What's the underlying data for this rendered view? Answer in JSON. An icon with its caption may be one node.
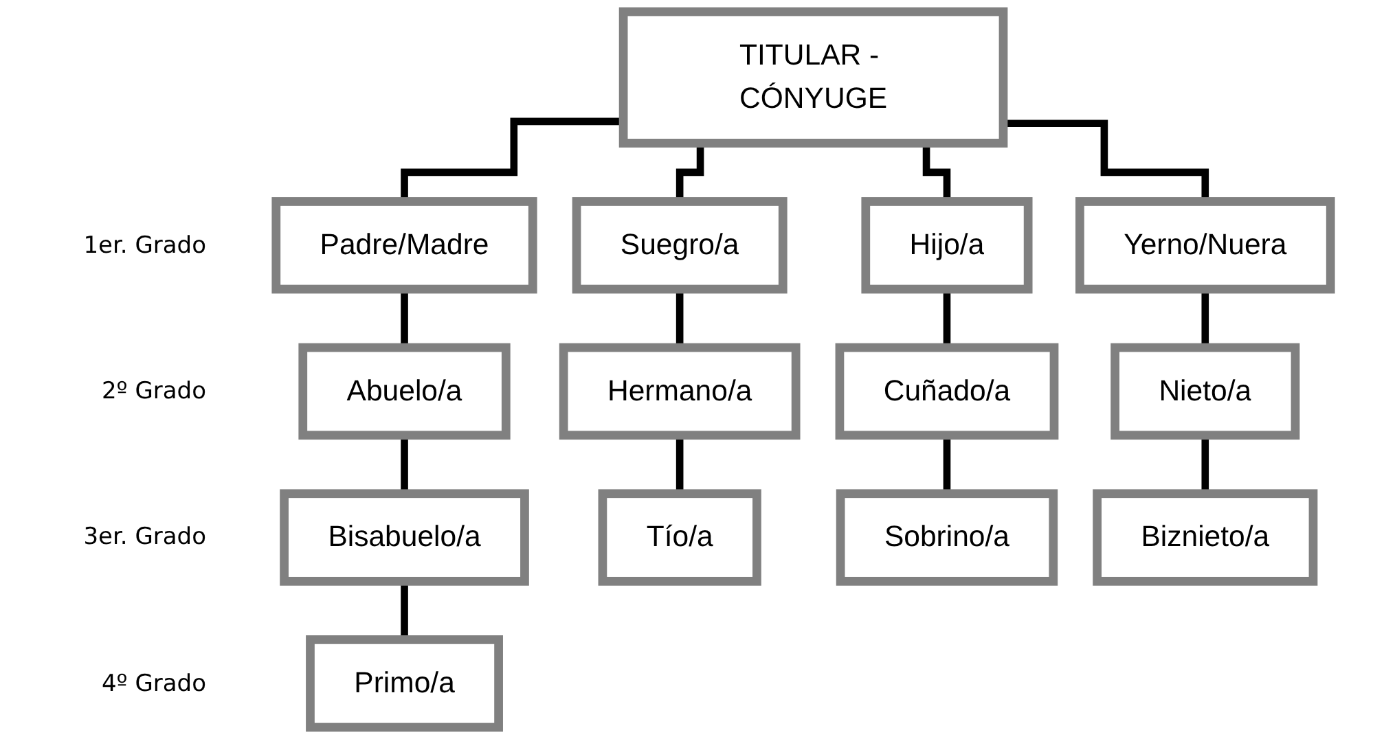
{
  "diagram": {
    "nodes": [
      {
        "text": [
          "TITULAR - CÓNYUGE"
        ]
      },
      {
        "text": [
          "Padre/Madre"
        ]
      },
      {
        "text": [
          "Suegro/a"
        ]
      },
      {
        "text": [
          "Hijo/a"
        ]
      },
      {
        "text": [
          "Yerno/Nuera"
        ]
      },
      {
        "text": [
          "Abuelo/a"
        ]
      },
      {
        "text": [
          "Hermano/a"
        ]
      },
      {
        "text": [
          "Cuñado/a"
        ]
      },
      {
        "text": [
          "Nieto/a"
        ]
      },
      {
        "text": [
          "Bisabuelo/a"
        ]
      },
      {
        "text": [
          "Tío/a"
        ]
      },
      {
        "text": [
          "Sobrino/a"
        ]
      },
      {
        "text": [
          "Biznieto/a"
        ]
      },
      {
        "text": [
          "Primo/a"
        ]
      }
    ],
    "edges": [
      {
        "from": 0,
        "to": 1,
        "arrow": "none"
      },
      {
        "from": 0,
        "to": 2,
        "arrow": "none"
      },
      {
        "from": 0,
        "to": 3,
        "arrow": "none"
      },
      {
        "from": 0,
        "to": 4,
        "arrow": "none"
      },
      {
        "from": 1,
        "to": 5,
        "arrow": "none"
      },
      {
        "from": 2,
        "to": 6,
        "arrow": "none"
      },
      {
        "from": 3,
        "to": 7,
        "arrow": "none"
      },
      {
        "from": 4,
        "to": 8,
        "arrow": "none"
      },
      {
        "from": 5,
        "to": 9,
        "arrow": "none"
      },
      {
        "from": 6,
        "to": 10,
        "arrow": "none"
      },
      {
        "from": 7,
        "to": 11,
        "arrow": "none"
      },
      {
        "from": 8,
        "to": 12,
        "arrow": "none"
      },
      {
        "from": 9,
        "to": 13,
        "arrow": "none"
      }
    ],
    "labels": [
      "1er. Grado",
      "2º Grado",
      "3er. Grado",
      "4º Grado"
    ]
  }
}
